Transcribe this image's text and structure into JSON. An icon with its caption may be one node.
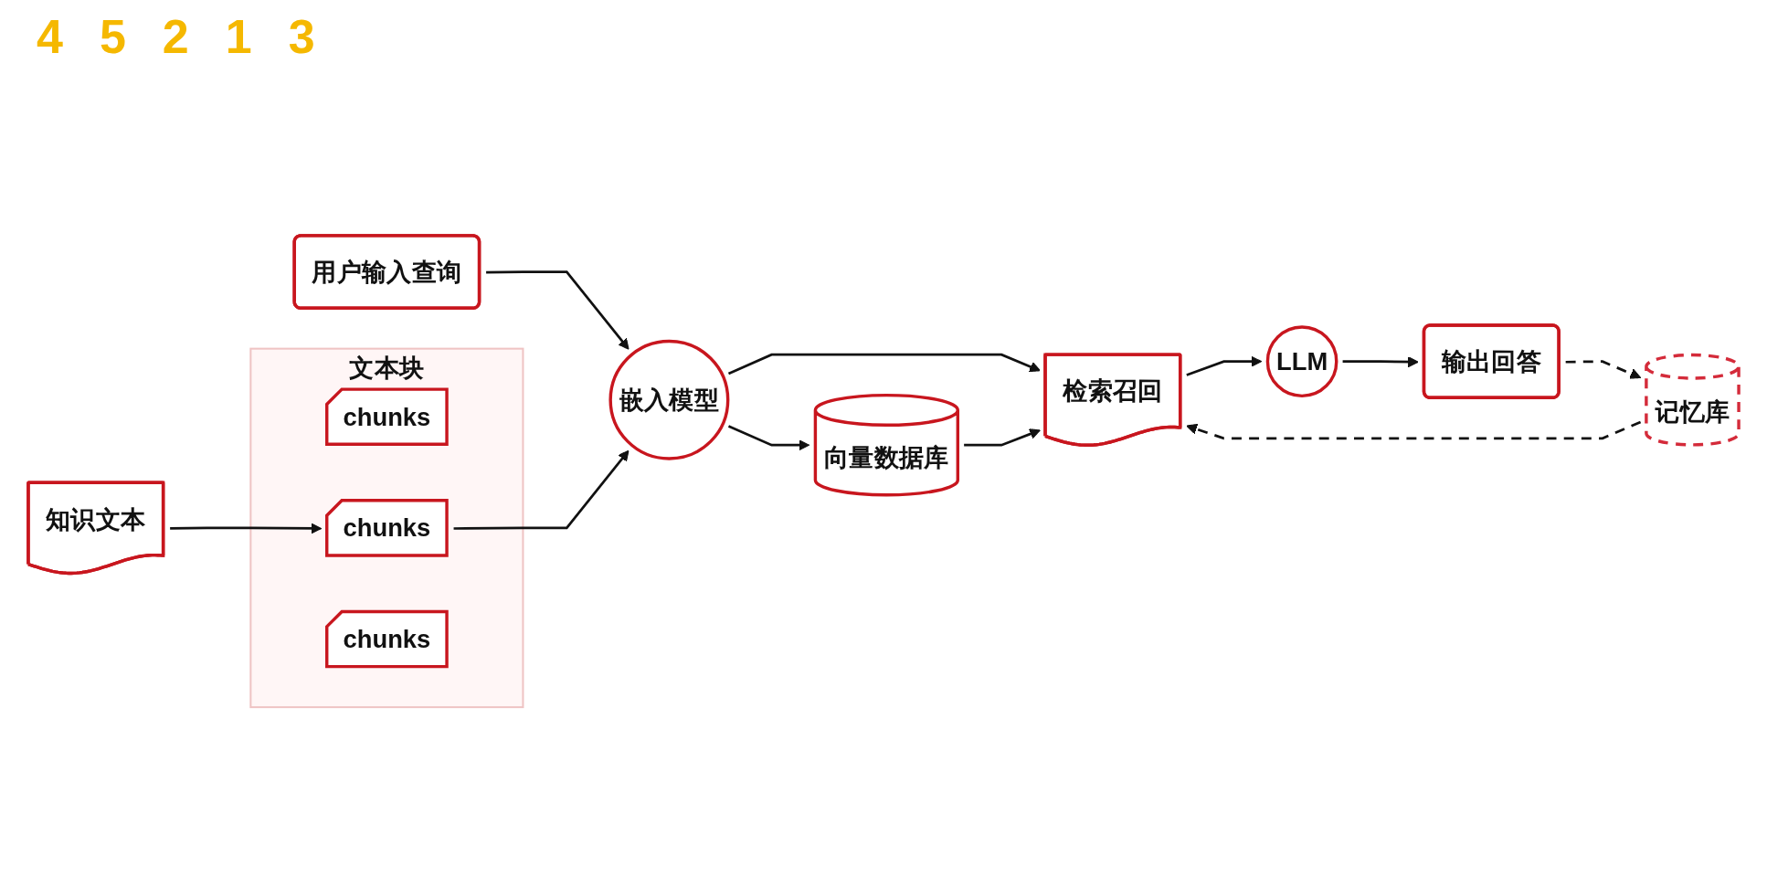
{
  "diagram": {
    "nodes": [
      {
        "text": [
          "用户输入查询"
        ]
      },
      {
        "text": [
          "嵌入模型"
        ]
      },
      {
        "text": [
          "检索召回"
        ]
      },
      {
        "text": [
          "LLM"
        ]
      },
      {
        "text": [
          "输出回答"
        ]
      },
      {
        "text": [
          "知识文本"
        ]
      },
      {
        "text": [
          "文本块"
        ]
      },
      {
        "text": [
          "chunks"
        ],
        "in": 6
      },
      {
        "text": [
          "chunks"
        ],
        "in": 6
      },
      {
        "text": [
          "chunks"
        ],
        "in": 6
      },
      {
        "text": [
          "向量数据库"
        ]
      },
      {
        "text": [
          "记忆库"
        ]
      }
    ],
    "edges": [
      {
        "from": 0,
        "to": 1,
        "arrow": "to"
      },
      {
        "from": 5,
        "to": 8,
        "arrow": "to"
      },
      {
        "from": 8,
        "to": 1,
        "arrow": "to"
      },
      {
        "from": 1,
        "to": 2,
        "arrow": "to"
      },
      {
        "from": 1,
        "to": 10,
        "arrow": "to"
      },
      {
        "from": 10,
        "to": 2,
        "arrow": "to"
      },
      {
        "from": 2,
        "to": 3,
        "arrow": "to"
      },
      {
        "from": 3,
        "to": 4,
        "arrow": "to"
      },
      {
        "from": 4,
        "to": 11,
        "arrow": "to",
        "style": "dashed"
      },
      {
        "from": 11,
        "to": 2,
        "arrow": "to",
        "style": "dashed"
      }
    ],
    "labels": [
      "4",
      "5",
      "2",
      "1",
      "3"
    ]
  }
}
